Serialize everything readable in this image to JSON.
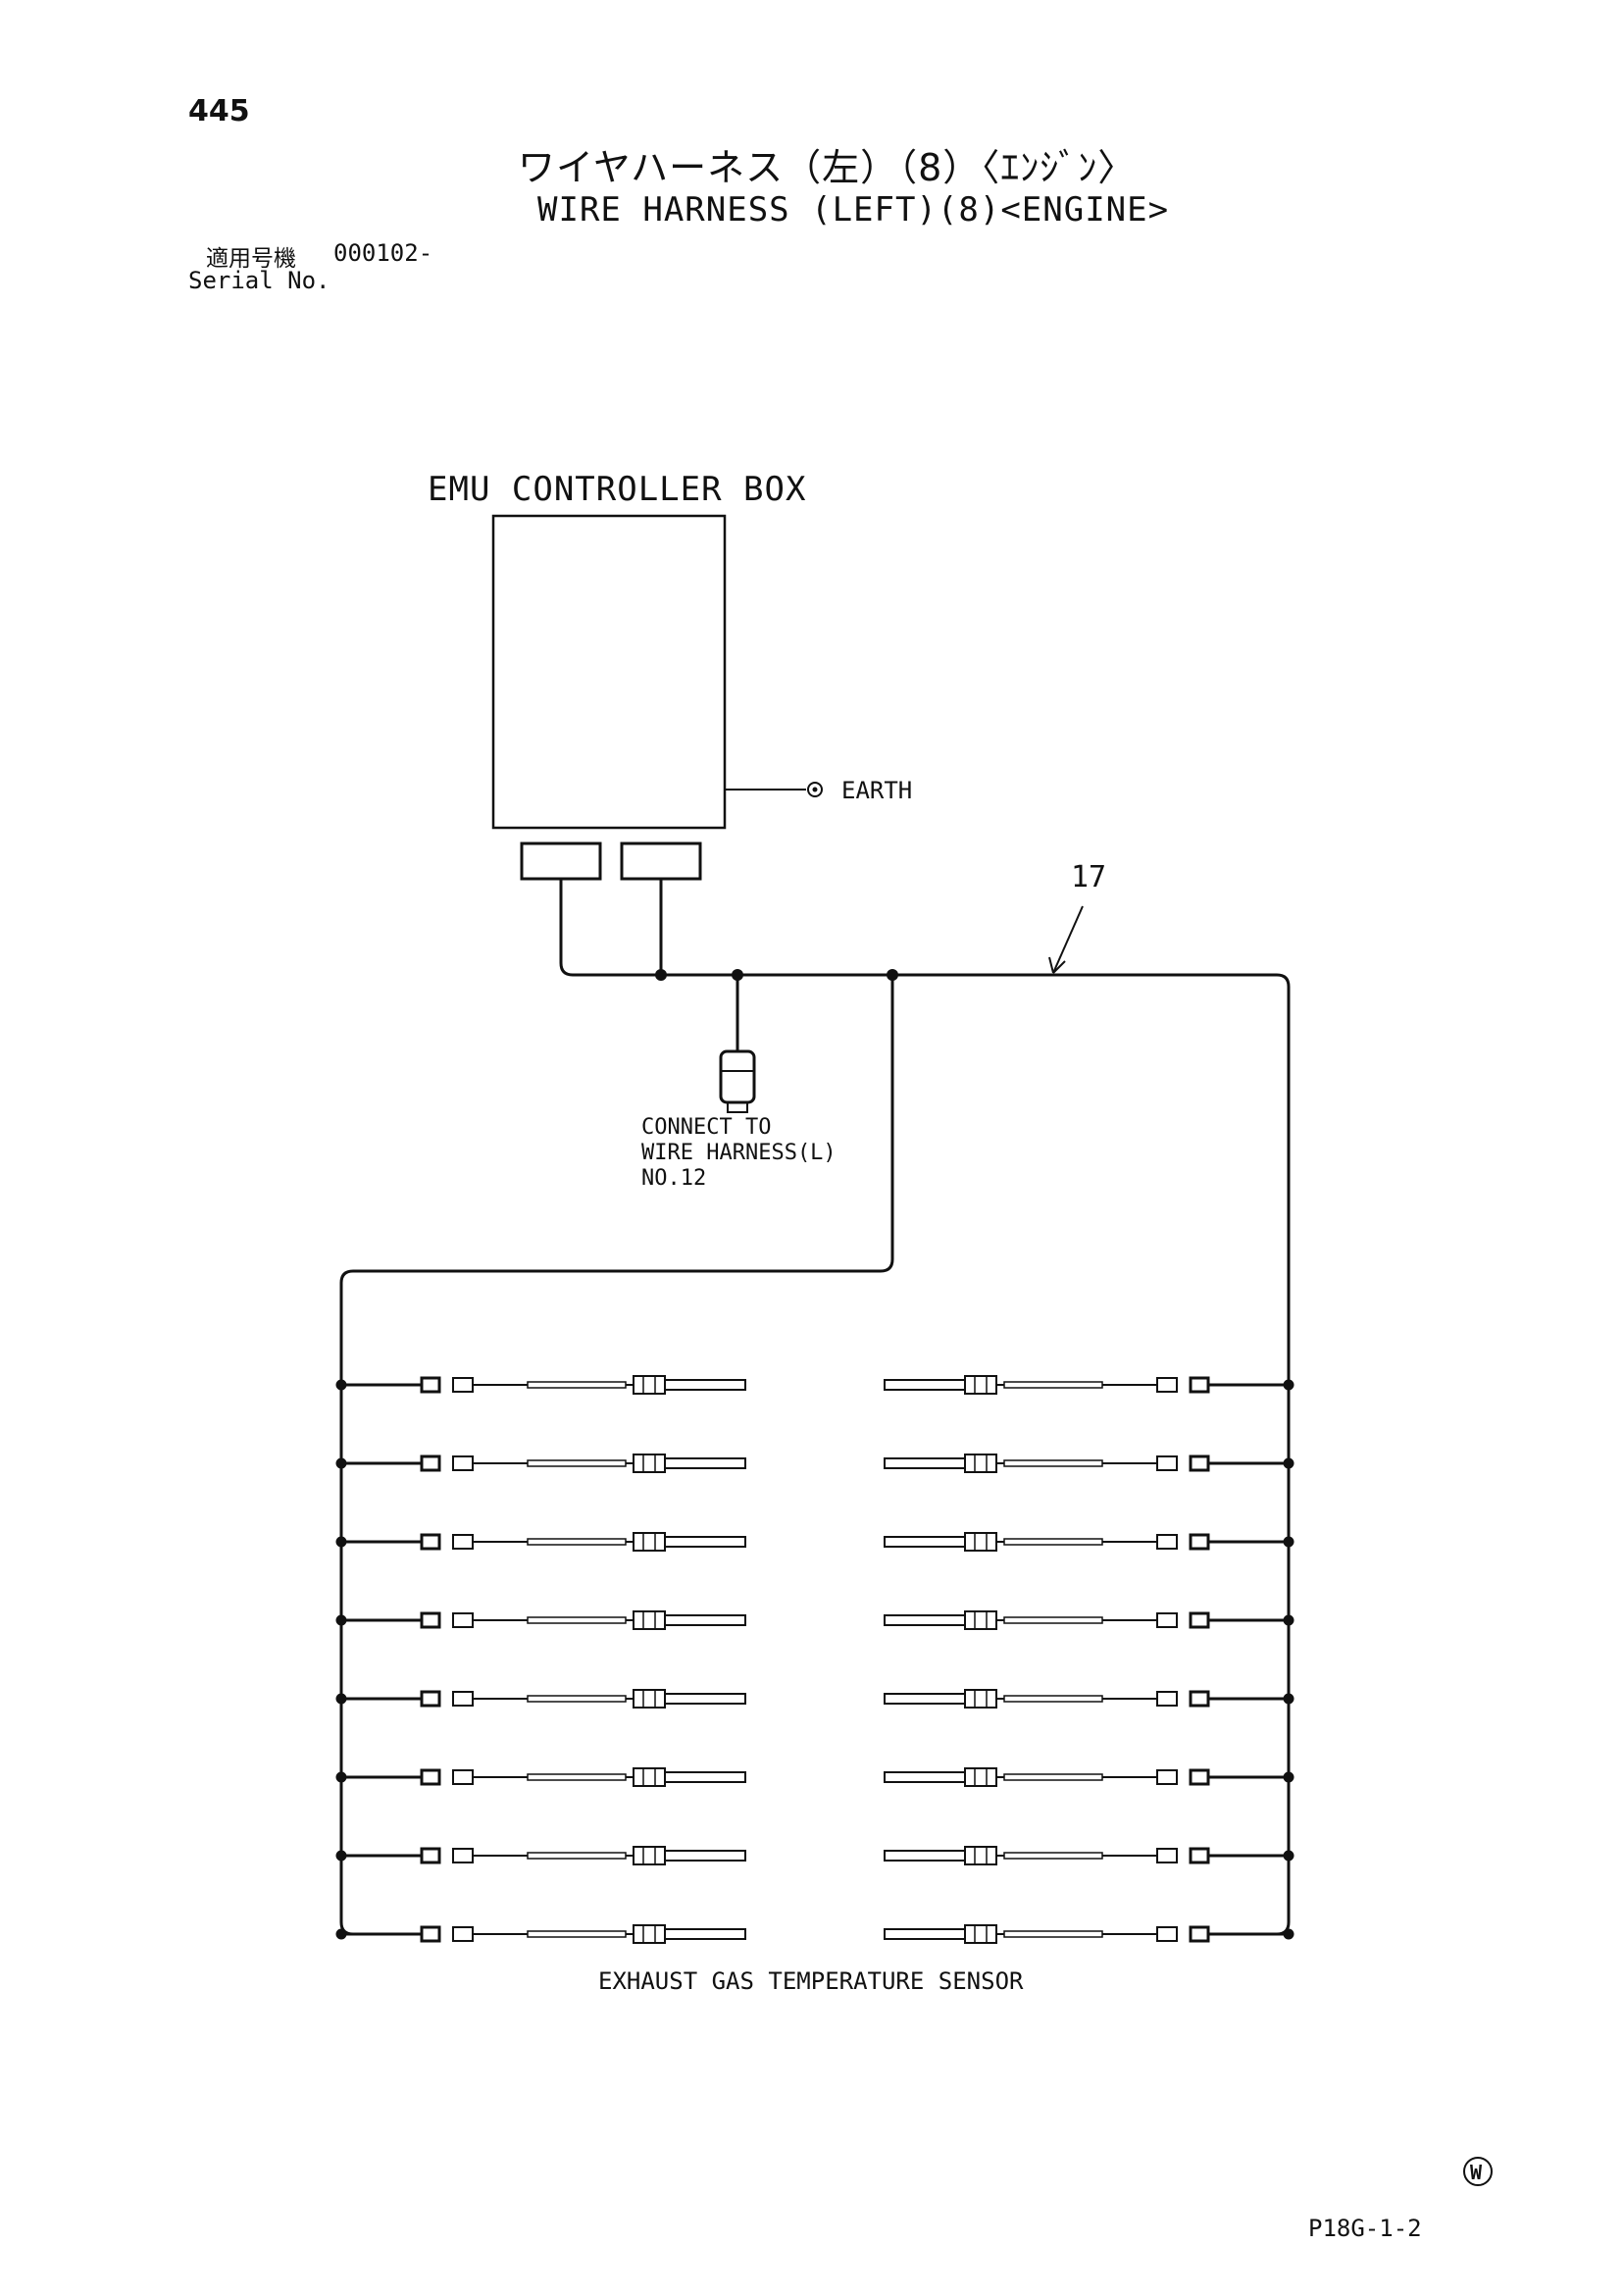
{
  "header": {
    "page_number": "445",
    "title_jp": "ワイヤハーネス（左）（8）〈ｴﾝｼﾞﾝ〉",
    "title_en": "WIRE HARNESS (LEFT)(8)<ENGINE>",
    "serial_label_jp": "適用号機",
    "serial_value": "000102-",
    "serial_label_en": "Serial No."
  },
  "diagram": {
    "controller_label": "EMU CONTROLLER BOX",
    "earth_label": "EARTH",
    "part_number": "17",
    "connect_note": [
      "CONNECT TO",
      "WIRE HARNESS(L)",
      "NO.12"
    ],
    "sensor_label": "EXHAUST GAS TEMPERATURE SENSOR",
    "sensor_count_left": 8,
    "sensor_count_right": 8
  },
  "footer": {
    "w_mark": "W",
    "page_code": "P18G-1-2"
  }
}
